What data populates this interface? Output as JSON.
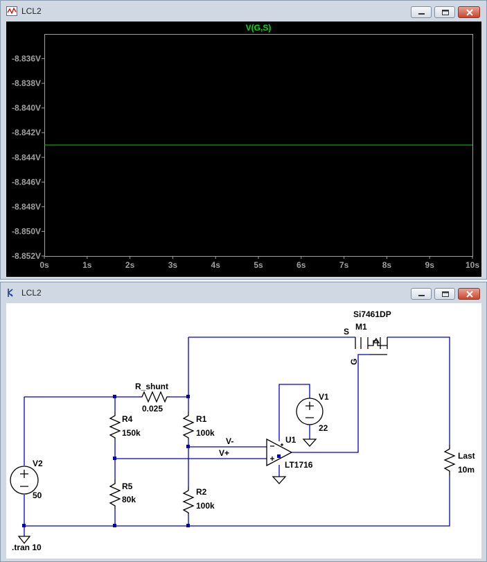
{
  "plot_window": {
    "title": "LCL2",
    "trace_label": "V(G,S)",
    "trace_color": "#00d000",
    "chart_data": {
      "type": "line",
      "series": [
        {
          "name": "V(G,S)",
          "x": [
            0,
            10
          ],
          "y": [
            -8.843,
            -8.843
          ]
        }
      ],
      "xlim": [
        0,
        10
      ],
      "ylim": [
        -8.852,
        -8.834
      ],
      "x_ticks": [
        "0s",
        "1s",
        "2s",
        "3s",
        "4s",
        "5s",
        "6s",
        "7s",
        "8s",
        "9s",
        "10s"
      ],
      "x_tick_values": [
        0,
        1,
        2,
        3,
        4,
        5,
        6,
        7,
        8,
        9,
        10
      ],
      "y_ticks": [
        "-8.836V",
        "-8.838V",
        "-8.840V",
        "-8.842V",
        "-8.844V",
        "-8.846V",
        "-8.848V",
        "-8.850V",
        "-8.852V"
      ],
      "y_tick_values": [
        -8.836,
        -8.838,
        -8.84,
        -8.842,
        -8.844,
        -8.846,
        -8.848,
        -8.85,
        -8.852
      ],
      "grid": false
    }
  },
  "schematic_window": {
    "title": "LCL2",
    "wire_color": "#0000c8",
    "labels": {
      "mosfet_part": "Si7461DP",
      "mosfet_ref": "M1",
      "mosfet_s": "S",
      "mosfet_g": "G",
      "r_shunt_ref": "R_shunt",
      "r_shunt_val": "0.025",
      "v1_ref": "V1",
      "v1_val": "22",
      "r4_ref": "R4",
      "r4_val": "150k",
      "r1_ref": "R1",
      "r1_val": "100k",
      "vminus": "V-",
      "vplus": "V+",
      "u1_ref": "U1",
      "u1_part": "LT1716",
      "v2_ref": "V2",
      "v2_val": "50",
      "r5_ref": "R5",
      "r5_val": "80k",
      "r2_ref": "R2",
      "r2_val": "100k",
      "last_ref": "Last",
      "last_val": "10m",
      "directive": ".tran 10"
    }
  }
}
